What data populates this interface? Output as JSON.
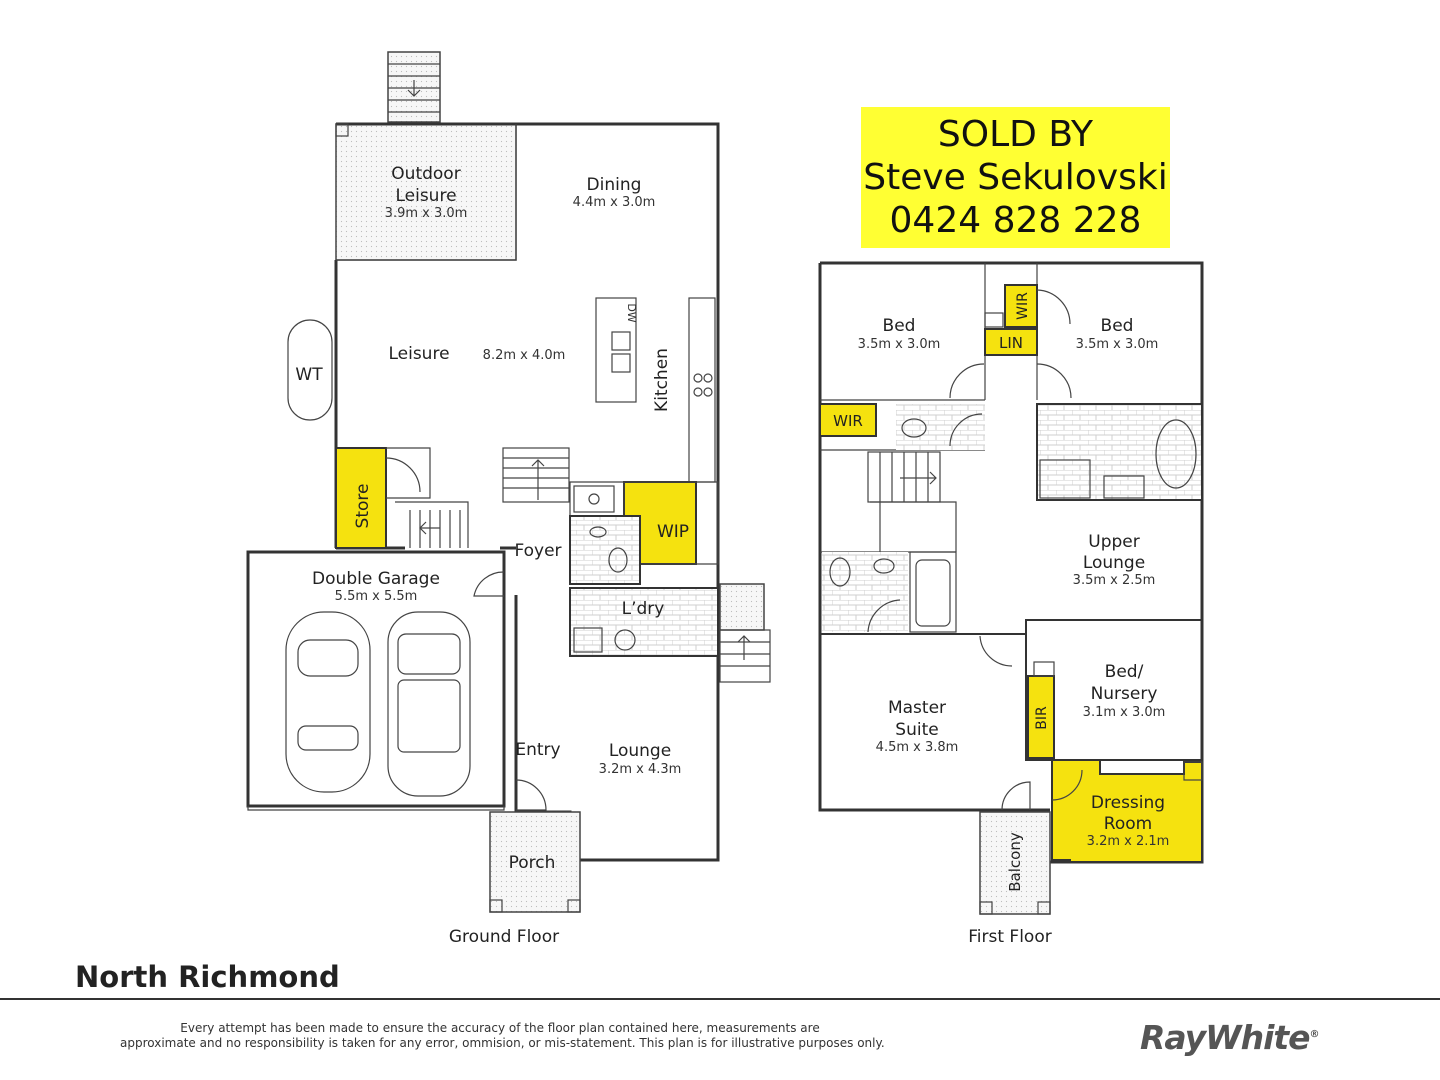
{
  "banner": {
    "line1": "SOLD BY",
    "line2": "Steve Sekulovski",
    "line3": "0424 828 228",
    "background": "#ffff33"
  },
  "ground_floor": {
    "caption": "Ground Floor",
    "rooms": {
      "outdoor_leisure": {
        "name1": "Outdoor",
        "name2": "Leisure",
        "dims": "3.9m x 3.0m"
      },
      "dining": {
        "name": "Dining",
        "dims": "4.4m x 3.0m"
      },
      "leisure": {
        "name": "Leisure",
        "dims": "8.2m x 4.0m"
      },
      "kitchen": {
        "name": "Kitchen",
        "dw": "DW"
      },
      "wt": {
        "name": "WT"
      },
      "store": {
        "name": "Store"
      },
      "wip": {
        "name": "WIP"
      },
      "foyer": {
        "name": "Foyer"
      },
      "double_garage": {
        "name": "Double Garage",
        "dims": "5.5m x 5.5m"
      },
      "laundry": {
        "name": "L’dry"
      },
      "entry": {
        "name": "Entry"
      },
      "lounge": {
        "name": "Lounge",
        "dims": "3.2m x 4.3m"
      },
      "porch": {
        "name": "Porch"
      }
    }
  },
  "first_floor": {
    "caption": "First Floor",
    "rooms": {
      "bed_left": {
        "name": "Bed",
        "dims": "3.5m x 3.0m"
      },
      "bed_right": {
        "name": "Bed",
        "dims": "3.5m x 3.0m"
      },
      "wir_top": {
        "name": "WIR"
      },
      "lin": {
        "name": "LIN"
      },
      "wir_left": {
        "name": "WIR"
      },
      "upper_lounge": {
        "name1": "Upper",
        "name2": "Lounge",
        "dims": "3.5m x 2.5m"
      },
      "bed_nursery": {
        "name1": "Bed/",
        "name2": "Nursery",
        "dims": "3.1m x 3.0m"
      },
      "bir": {
        "name": "BIR"
      },
      "master_suite": {
        "name1": "Master",
        "name2": "Suite",
        "dims": "4.5m x 3.8m"
      },
      "dressing_room": {
        "name1": "Dressing",
        "name2": "Room",
        "dims": "3.2m x 2.1m"
      },
      "balcony": {
        "name": "Balcony"
      }
    }
  },
  "footer": {
    "suburb": "North Richmond",
    "disclaimer_line1": "Every attempt has been made to ensure the accuracy of the floor plan contained here, measurements are",
    "disclaimer_line2": "approximate and no responsibility is taken for any error, ommision, or mis-statement. This plan is for illustrative purposes only.",
    "brand": "RayWhite",
    "brand_mark": "®"
  },
  "colors": {
    "highlight": "#f5e20f",
    "wall": "#333333"
  }
}
